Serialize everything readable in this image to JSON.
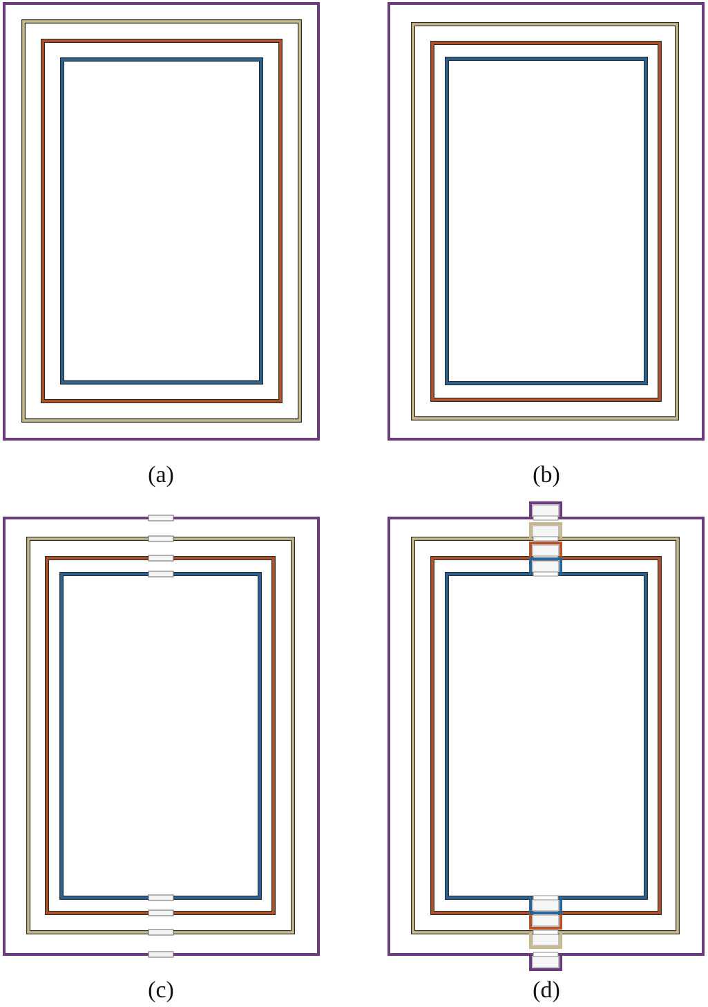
{
  "colors": {
    "purple": "#6b3a7f",
    "gold": "#c8b98a",
    "orange": "#b4532a",
    "blue": "#2a6496",
    "connector_fill": "#e6e6e6",
    "connector_stroke": "#555555",
    "background": "#ffffff"
  },
  "panels": [
    {
      "id": "a",
      "caption": "(a)",
      "connectors": "none"
    },
    {
      "id": "b",
      "caption": "(b)",
      "connectors": "none"
    },
    {
      "id": "c",
      "caption": "(c)",
      "connectors": "gap"
    },
    {
      "id": "d",
      "caption": "(d)",
      "connectors": "bridge"
    }
  ],
  "rings": [
    {
      "name": "outer-ring",
      "color_key": "purple",
      "style": "single"
    },
    {
      "name": "second-ring",
      "color_key": "gold",
      "style": "double"
    },
    {
      "name": "third-ring",
      "color_key": "orange",
      "style": "double"
    },
    {
      "name": "inner-ring",
      "color_key": "blue",
      "style": "double"
    }
  ]
}
